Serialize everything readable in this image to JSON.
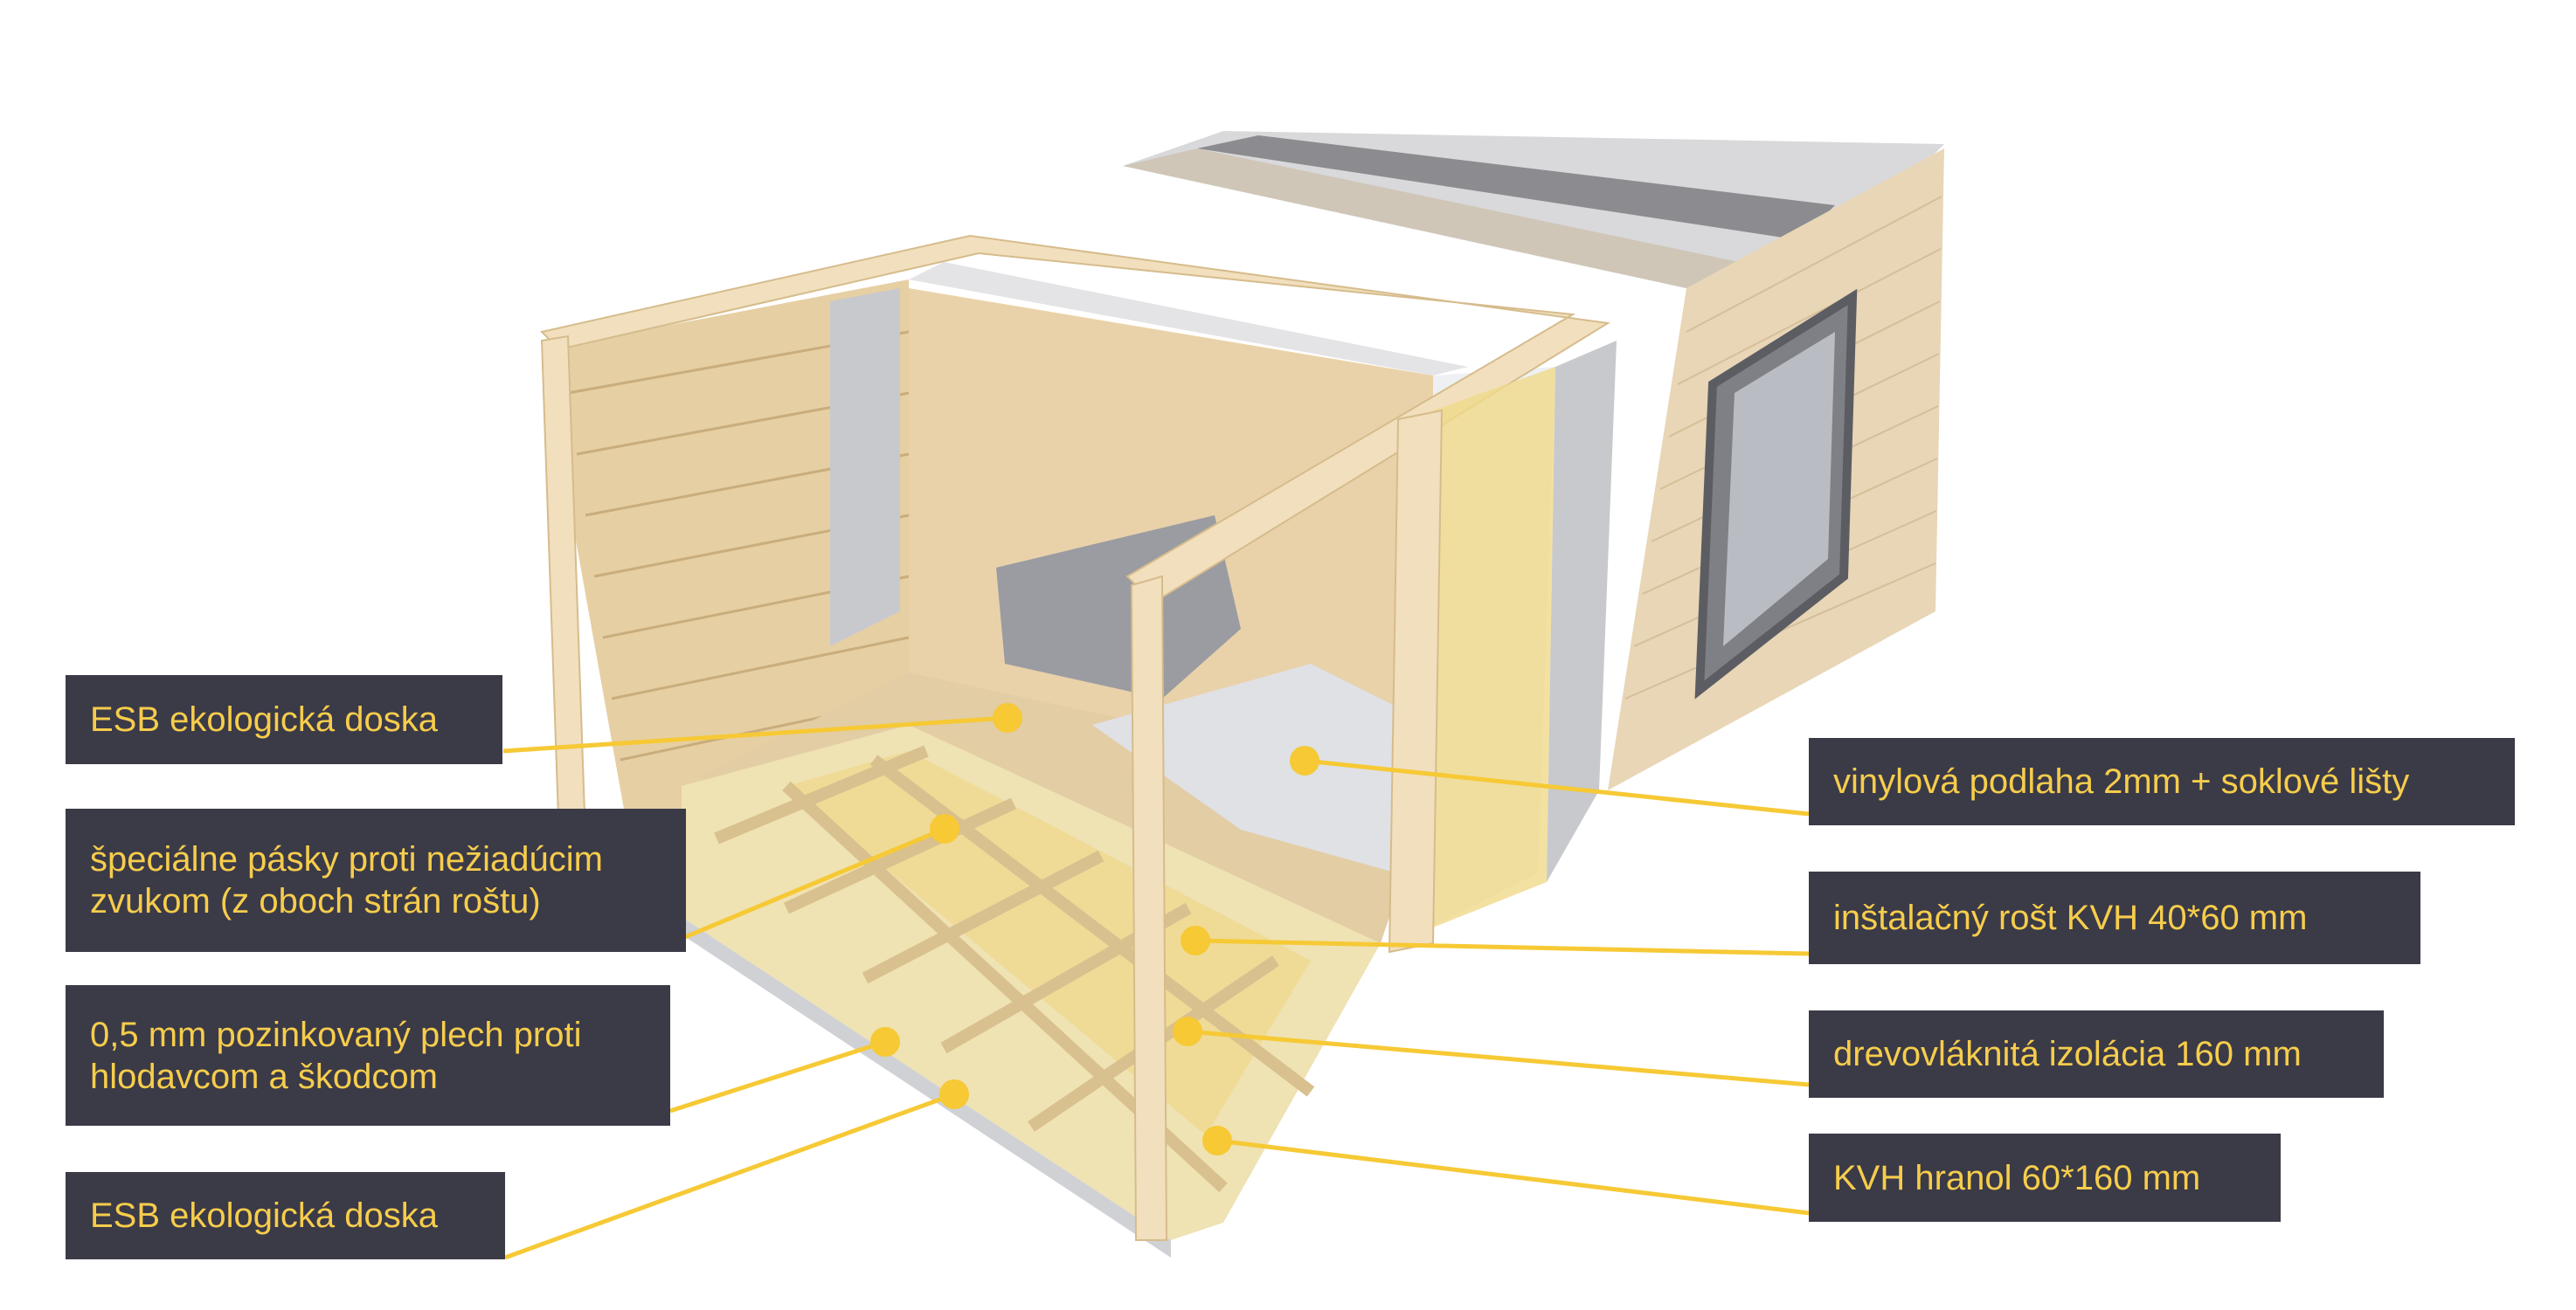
{
  "colors": {
    "label_bg": "#3b3a47",
    "label_text": "#f6cd4c",
    "leader_line": "#f6c935"
  },
  "left_labels": [
    {
      "text": "ESB ekologická doska"
    },
    {
      "text": "špeciálne pásky proti nežiadúcim zvukom (z oboch strán roštu)"
    },
    {
      "text": "0,5 mm pozinkovaný plech proti hlodavcom a škodcom"
    },
    {
      "text": "ESB ekologická doska"
    }
  ],
  "right_labels": [
    {
      "text": "vinylová podlaha 2mm + soklové lišty"
    },
    {
      "text": "inštalačný rošt KVH 40*60 mm"
    },
    {
      "text": "drevovláknitá izolácia 160 mm"
    },
    {
      "text": "KVH hranol 60*160 mm"
    }
  ]
}
